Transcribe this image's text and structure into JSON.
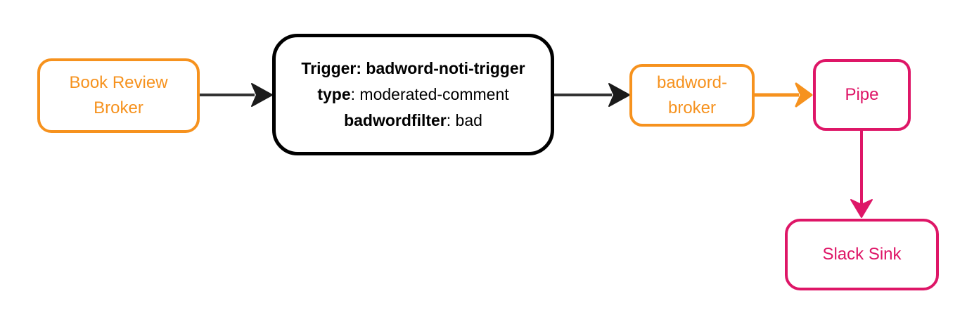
{
  "colors": {
    "orange": "#F6921E",
    "pink": "#DE1667",
    "black": "#000000",
    "edge_line_dark": "#333333",
    "edge_head_dark": "#1B1B1B",
    "background": "#FFFFFF"
  },
  "nodes": {
    "book_review_broker": {
      "label": "Book Review Broker",
      "lines": [
        "Book Review",
        "Broker"
      ],
      "color": "orange"
    },
    "trigger": {
      "label": "Trigger: badword-noti-trigger type: moderated-comment badwordfilter: bad",
      "lines": [
        {
          "segments": [
            {
              "text": "Trigger: badword-noti-trigger",
              "bold": true
            }
          ]
        },
        {
          "segments": [
            {
              "text": "type",
              "bold": true
            },
            {
              "text": ": moderated-comment",
              "bold": false
            }
          ]
        },
        {
          "segments": [
            {
              "text": "badwordfilter",
              "bold": true
            },
            {
              "text": ": bad",
              "bold": false
            }
          ]
        }
      ],
      "color": "black"
    },
    "badword_broker": {
      "label": "badword-broker",
      "lines": [
        "badword-",
        "broker"
      ],
      "color": "orange"
    },
    "pipe": {
      "label": "Pipe",
      "color": "pink"
    },
    "slack_sink": {
      "label": "Slack Sink",
      "color": "pink"
    }
  },
  "edges": [
    {
      "from": "book_review_broker",
      "to": "trigger",
      "color": "dark"
    },
    {
      "from": "trigger",
      "to": "badword_broker",
      "color": "dark"
    },
    {
      "from": "badword_broker",
      "to": "pipe",
      "color": "orange"
    },
    {
      "from": "pipe",
      "to": "slack_sink",
      "color": "pink"
    }
  ]
}
